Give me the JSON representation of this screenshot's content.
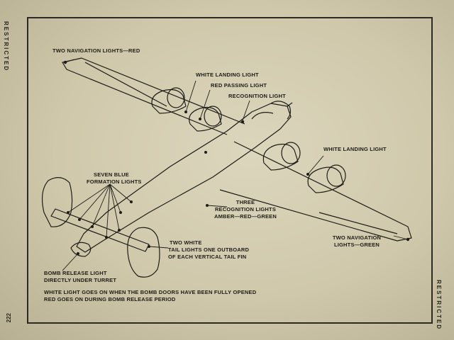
{
  "margin": {
    "left_text": "RESTRICTED",
    "right_text": "RESTRICTED",
    "page_number": "222"
  },
  "labels": {
    "nav_lights_red": "TWO NAVIGATION LIGHTS—RED",
    "white_landing_light_1": "WHITE LANDING LIGHT",
    "red_passing_light": "RED PASSING LIGHT",
    "recognition_light": "RECOGNITION LIGHT",
    "white_landing_light_2": "WHITE LANDING LIGHT",
    "seven_blue_line1": "SEVEN BLUE",
    "seven_blue_line2": "FORMATION LIGHTS",
    "three_recog_line1": "THREE",
    "three_recog_line2": "RECOGNITION LIGHTS",
    "three_recog_line3": "AMBER—RED—GREEN",
    "nav_green_line1": "TWO NAVIGATION",
    "nav_green_line2": "LIGHTS—GREEN",
    "tail_line1": "TWO WHITE",
    "tail_line2": "TAIL LIGHTS ONE OUTBOARD",
    "tail_line3": "OF EACH VERTICAL TAIL FIN",
    "bomb_line1": "BOMB RELEASE LIGHT",
    "bomb_line2": "DIRECTLY UNDER TURRET",
    "note_line1": "WHITE LIGHT GOES ON WHEN THE BOMB DOORS HAVE BEEN FULLY OPENED",
    "note_line2": "RED GOES ON DURING BOMB RELEASE PERIOD"
  }
}
